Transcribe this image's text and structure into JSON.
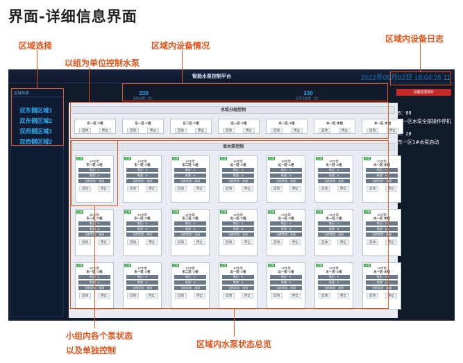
{
  "page_heading": "界面-详细信息界面",
  "annotations": {
    "region_select": "区域选择",
    "region_devices": "区域内设备情况",
    "region_log": "区域内设备日志",
    "group_control": "以组为单位控制水泵",
    "pump_status_line1": "小组内各个泵状态",
    "pump_status_line2": "以及单独控制",
    "pump_overview": "区域内水泵状态总览"
  },
  "app": {
    "title": "智能水泵控制平台",
    "clock": "2022年09月02日 18:04:25 11",
    "left_panel_title": "区域列表",
    "regions": [
      "双东侧区域1",
      "双东侧区域2",
      "双西侧区域1",
      "双西侧区域2"
    ],
    "stats": [
      {
        "value": "230",
        "label": "设备总数（台）"
      },
      {
        "value": "230",
        "label": "正常设备数（台）"
      }
    ],
    "group_section_title": "水泵分组控制",
    "groups": [
      "东一区·①组",
      "东一区·①组",
      "东二区·①组",
      "北一区·①组",
      "水一区·①组",
      "水一区·水组",
      "水一区·水组"
    ],
    "start_label": "启动",
    "stop_label": "停止",
    "pump_section_title": "单水泵控制",
    "pump_tag": "正常",
    "pump_name": "1#水泵",
    "pump_groups": [
      "东一区·①组",
      "东一区·①组",
      "东二区·①组",
      "北一区·①组",
      "北一区·①组",
      "水一区·①组",
      "水一区·水组"
    ],
    "field_voltage": "电压：V",
    "field_current": "电流：A",
    "field_state": "当前状态：关闭",
    "stat_button": "设备信息统计",
    "log": [
      {
        "time": "8：08",
        "text": "东一区水泵全部操作停机"
      },
      {
        "time": "8：28",
        "text": "东一区1#水泵启动"
      }
    ]
  },
  "colors": {
    "accent": "#e4551c",
    "app_bg": "#111a2b",
    "region_text": "#2aa8f0",
    "stat_button": "#c52a2a",
    "normal_tag": "#3fa84d"
  }
}
